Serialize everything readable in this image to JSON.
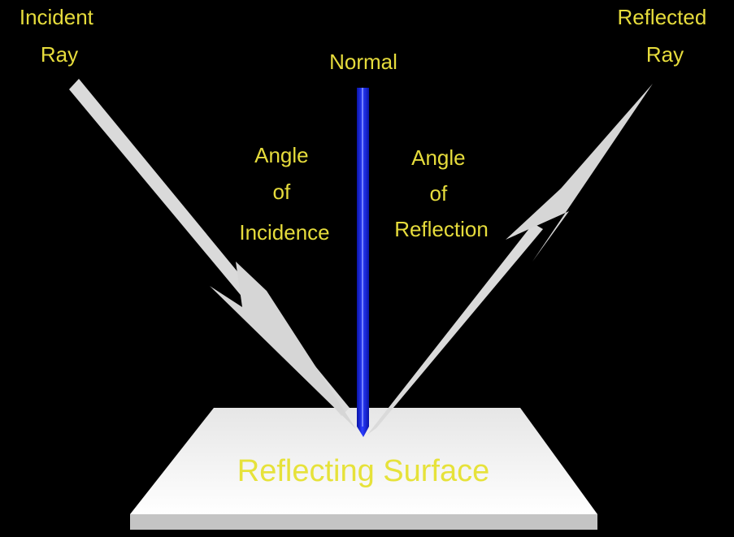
{
  "labels": {
    "incident_ray": [
      "Incident",
      "Ray"
    ],
    "reflected_ray": [
      "Reflected",
      "Ray"
    ],
    "normal": "Normal",
    "angle_of_incidence": [
      "Angle",
      "of",
      "Incidence"
    ],
    "angle_of_reflection": [
      "Angle",
      "of",
      "Reflection"
    ],
    "surface": "Reflecting Surface"
  },
  "colors": {
    "background": "#000000",
    "text": "#e6dc3c",
    "surface_text": "#e6e23a",
    "ray": "#dcdcdc",
    "normal": "#1020d0",
    "surface_top": "#f4f4f4",
    "surface_edge": "#c8c8c8"
  }
}
